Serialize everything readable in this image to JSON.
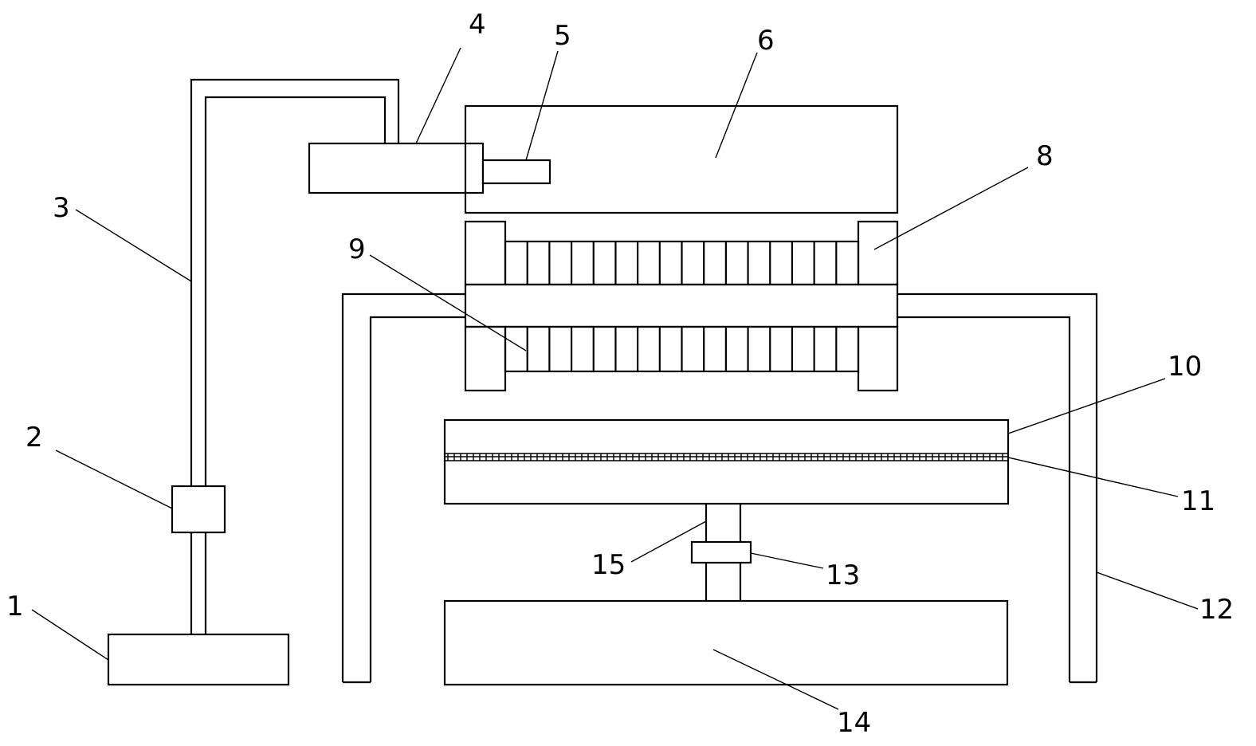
{
  "labels": {
    "l1": "1",
    "l2": "2",
    "l3": "3",
    "l4": "4",
    "l5": "5",
    "l6": "6",
    "l8": "8",
    "l9": "9",
    "l10": "10",
    "l11": "11",
    "l12": "12",
    "l13": "13",
    "l14": "14",
    "l15": "15"
  },
  "colors": {
    "line": "#000000",
    "background": "#ffffff"
  }
}
